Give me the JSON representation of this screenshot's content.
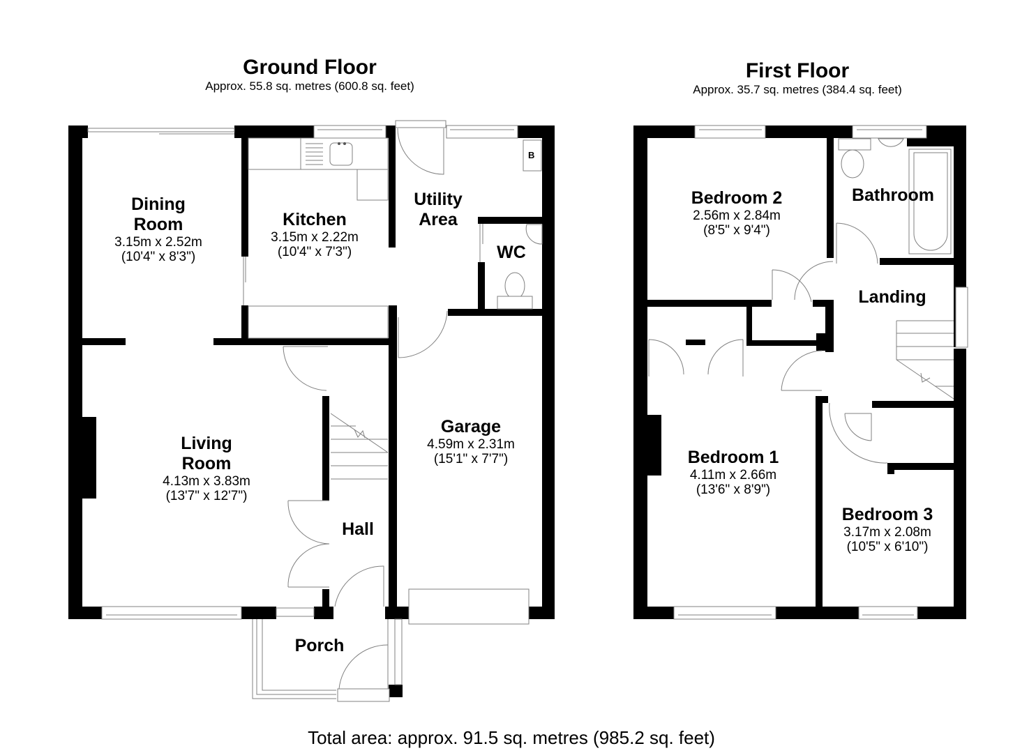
{
  "floors": [
    {
      "id": "ground",
      "title": "Ground Floor",
      "area": "Approx. 55.8 sq. metres (600.8 sq. feet)",
      "rooms": [
        {
          "name_lines": [
            "Dining",
            "Room"
          ],
          "metric": "3.15m x 2.52m",
          "imperial": "(10'4\" x 8'3\")"
        },
        {
          "name_lines": [
            "Kitchen"
          ],
          "metric": "3.15m x 2.22m",
          "imperial": "(10'4\" x 7'3\")"
        },
        {
          "name_lines": [
            "Utility",
            "Area"
          ]
        },
        {
          "name_lines": [
            "WC"
          ]
        },
        {
          "name_lines": [
            "Living",
            "Room"
          ],
          "metric": "4.13m x 3.83m",
          "imperial": "(13'7\" x 12'7\")"
        },
        {
          "name_lines": [
            "Hall"
          ]
        },
        {
          "name_lines": [
            "Garage"
          ],
          "metric": "4.59m x 2.31m",
          "imperial": "(15'1\" x 7'7\")"
        },
        {
          "name_lines": [
            "Porch"
          ]
        }
      ],
      "fixtures": {
        "boiler_label": "B"
      }
    },
    {
      "id": "first",
      "title": "First Floor",
      "area": "Approx. 35.7 sq. metres (384.4 sq. feet)",
      "rooms": [
        {
          "name_lines": [
            "Bedroom 2"
          ],
          "metric": "2.56m x 2.84m",
          "imperial": "(8'5\" x 9'4\")"
        },
        {
          "name_lines": [
            "Bathroom"
          ]
        },
        {
          "name_lines": [
            "Landing"
          ]
        },
        {
          "name_lines": [
            "Bedroom 1"
          ],
          "metric": "4.11m x 2.66m",
          "imperial": "(13'6\" x 8'9\")"
        },
        {
          "name_lines": [
            "Bedroom 3"
          ],
          "metric": "3.17m x 2.08m",
          "imperial": "(10'5\" x 6'10\")"
        }
      ]
    }
  ],
  "total_area": "Total area: approx. 91.5 sq. metres (985.2 sq. feet)",
  "colors": {
    "wall": "#000000",
    "fixture_line": "#808080",
    "background": "#ffffff"
  }
}
